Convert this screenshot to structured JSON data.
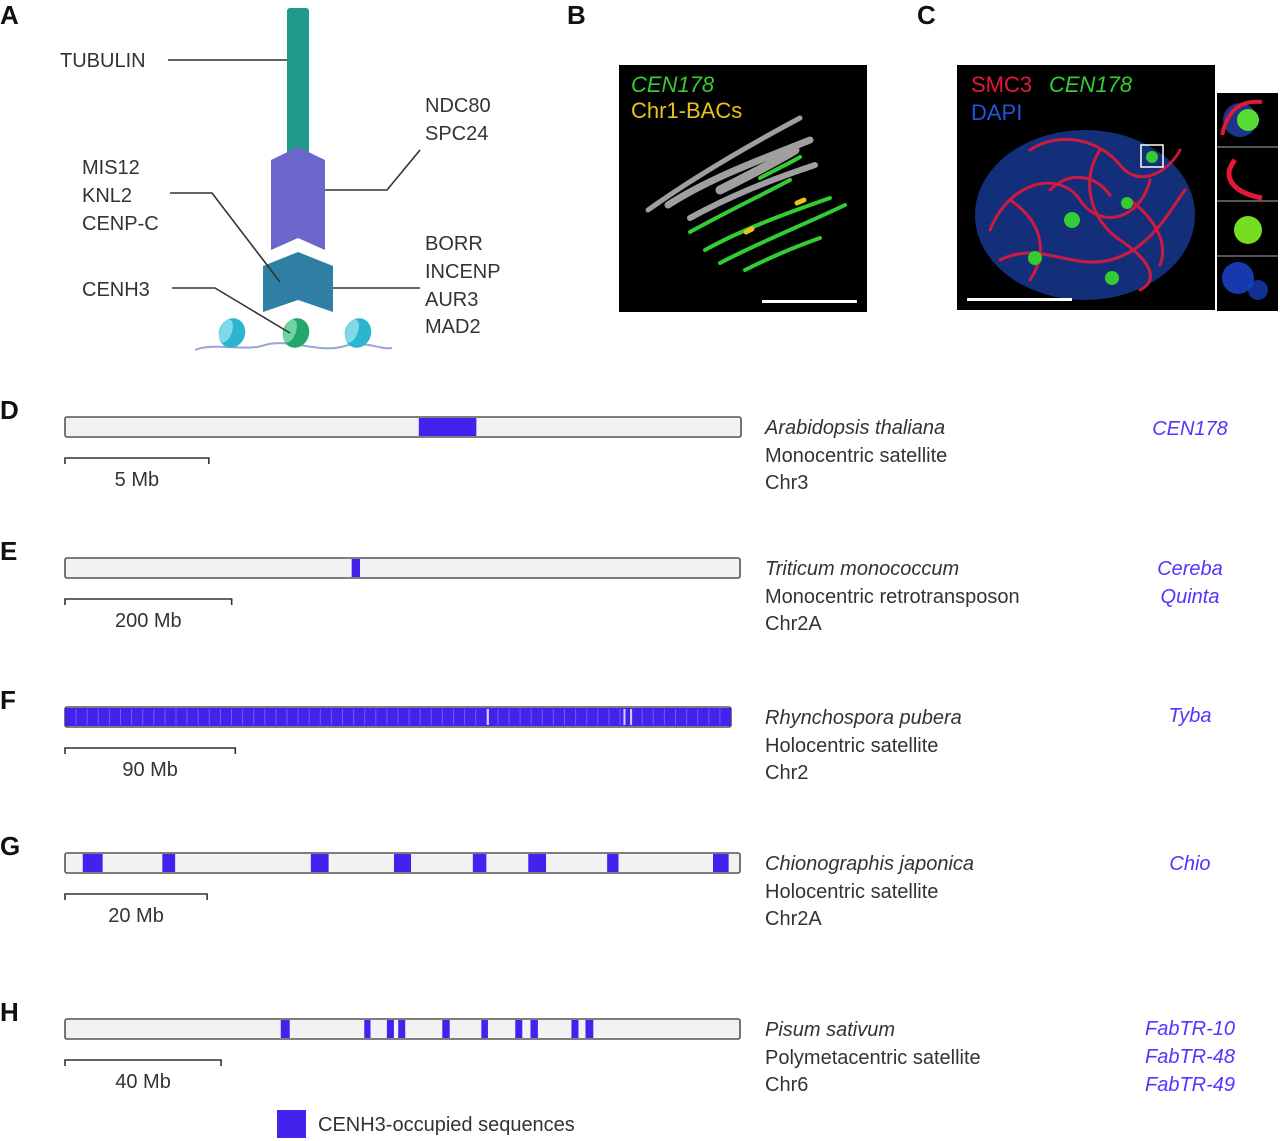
{
  "colors": {
    "cenh3": "#4422ee",
    "sequence_label": "#5533ff",
    "tubulin": "#1f9a8a",
    "ndc80": "#6a66cc",
    "kinetochore": "#2e7fa3",
    "green_signal": "#33cc33",
    "yellow_signal": "#e8c21a",
    "red_signal": "#e3183a",
    "blue_signal": "#2255dd"
  },
  "panel_a": {
    "letter": "A",
    "tubulin": "TUBULIN",
    "ndc80": [
      "NDC80",
      "SPC24"
    ],
    "mis12": [
      "MIS12",
      "KNL2",
      "CENP-C"
    ],
    "borr": [
      "BORR",
      "INCENP",
      "AUR3",
      "MAD2"
    ],
    "cenh3": "CENH3"
  },
  "panel_b": {
    "letter": "B",
    "label_green": "CEN178",
    "label_yellow": "Chr1-BACs"
  },
  "panel_c": {
    "letter": "C",
    "label_red": "SMC3",
    "label_green": "CEN178",
    "label_blue": "DAPI"
  },
  "tracks": [
    {
      "letter": "D",
      "species": "Arabidopsis thaliana",
      "type": "Monocentric satellite",
      "chr": "Chr3",
      "scale": "5 Mb",
      "sequences": [
        "CEN178"
      ],
      "chr_length": 23.5,
      "scale_value": 5,
      "regions": [
        [
          12.3,
          14.3
        ]
      ]
    },
    {
      "letter": "E",
      "species": "Triticum monococcum",
      "type": "Monocentric retrotransposon",
      "chr": "Chr2A",
      "scale": "200 Mb",
      "sequences": [
        "Cereba",
        "Quinta"
      ],
      "chr_length": 810,
      "scale_value": 200,
      "regions": [
        [
          344,
          354
        ]
      ]
    },
    {
      "letter": "F",
      "species": "Rhynchospora pubera",
      "type": "Holocentric satellite",
      "chr": "Chr2",
      "scale": "90 Mb",
      "sequences": [
        "Tyba"
      ],
      "chr_length": 352,
      "scale_value": 90,
      "regions": [
        [
          0,
          352
        ]
      ],
      "dense": true
    },
    {
      "letter": "G",
      "species": "Chionographis japonica",
      "type": "Holocentric satellite",
      "chr": "Chr2A",
      "scale": "20 Mb",
      "sequences": [
        "Chio"
      ],
      "chr_length": 95,
      "scale_value": 20,
      "regions": [
        [
          2.5,
          5.3
        ],
        [
          13.7,
          15.5
        ],
        [
          34.6,
          37.1
        ],
        [
          46.3,
          48.7
        ],
        [
          57.4,
          59.3
        ],
        [
          65.2,
          67.7
        ],
        [
          76.3,
          77.9
        ],
        [
          91.2,
          93.4
        ]
      ]
    },
    {
      "letter": "H",
      "species": "Pisum sativum",
      "type": "Polymetacentric satellite",
      "chr": "Chr6",
      "scale": "40 Mb",
      "sequences": [
        "FabTR-10",
        "FabTR-48",
        "FabTR-49"
      ],
      "chr_length": 173,
      "scale_value": 40,
      "regions": [
        [
          55.3,
          57.6
        ],
        [
          76.7,
          78.3
        ],
        [
          82.5,
          84.3
        ],
        [
          85.4,
          87.2
        ],
        [
          96.7,
          98.6
        ],
        [
          106.7,
          108.4
        ],
        [
          115.4,
          117.2
        ],
        [
          119.3,
          121.2
        ],
        [
          129.8,
          131.6
        ],
        [
          133.4,
          135.4
        ]
      ]
    }
  ],
  "legend": {
    "label": "CENH3-occupied sequences"
  }
}
